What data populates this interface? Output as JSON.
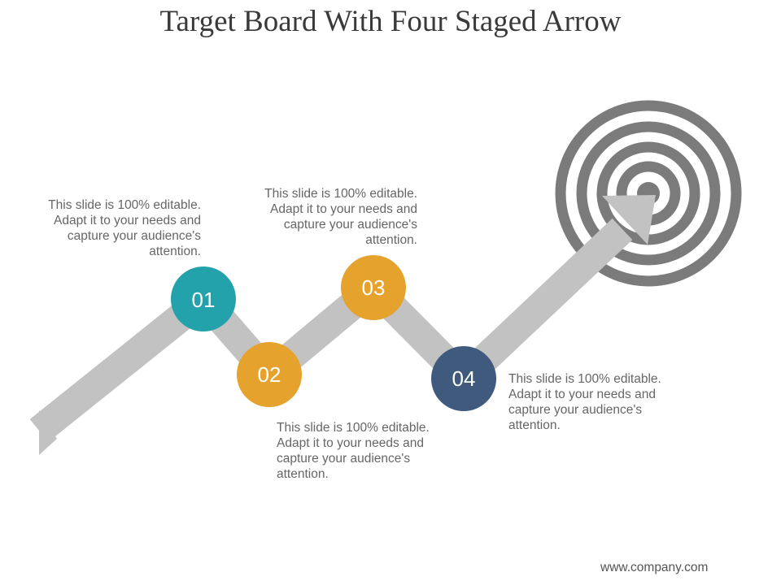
{
  "title": "Target Board With Four Staged Arrow",
  "colors": {
    "arrow": "#c2c2c2",
    "target": "#7b7b7b",
    "stage_1": "#24a2ac",
    "stage_2": "#e5a22d",
    "stage_3": "#e5a22d",
    "stage_4": "#3f5a7d"
  },
  "stages": [
    {
      "number": "01",
      "text": "This slide is 100% editable.\nAdapt it to your needs and\ncapture your audience's\nattention."
    },
    {
      "number": "02",
      "text": "This slide is 100% editable.\nAdapt it to your needs and\ncapture your audience's\nattention."
    },
    {
      "number": "03",
      "text": "This slide is 100% editable.\nAdapt it to your needs and\ncapture your audience's\nattention."
    },
    {
      "number": "04",
      "text": "This slide is 100% editable.\nAdapt it to your needs and\ncapture your audience's\nattention."
    }
  ],
  "footer": "www.company.com"
}
